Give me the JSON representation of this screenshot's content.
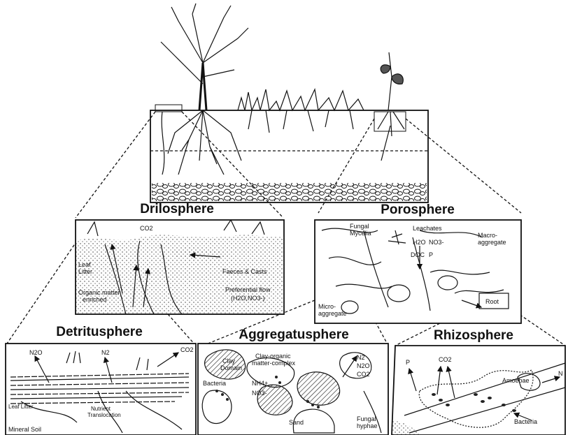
{
  "spheres": {
    "drilosphere": {
      "title": "Drilosphere",
      "labels": {
        "co2": "CO2",
        "leaf_litter_1": "Leaf",
        "leaf_litter_2": "Litter",
        "organic_1": "Organic matter",
        "organic_2": "enriched",
        "faeces": "Faeces & Casts",
        "preferential_1": "Preferential flow",
        "preferential_2": "(H2O,NO3-)"
      }
    },
    "porosphere": {
      "title": "Porosphere",
      "labels": {
        "fungal_1": "Fungal",
        "fungal_2": "Mycelia",
        "leachates": "Leachates",
        "h2o": "H2O",
        "no3": "NO3-",
        "doc": "DOC",
        "p": "P",
        "macro_1": "Macro-",
        "macro_2": "aggregate",
        "micro_1": "Micro-",
        "micro_2": "aggregate",
        "root": "Root"
      }
    },
    "detritusphere": {
      "title": "Detritusphere",
      "labels": {
        "n2o": "N2O",
        "n2": "N2",
        "co2": "CO2",
        "leaf_litter": "Leaf Litter",
        "nutrient_1": "Nutrient",
        "nutrient_2": "Translocation",
        "mineral_soil": "Mineral Soil"
      }
    },
    "aggregatusphere": {
      "title": "Aggregatusphere",
      "labels": {
        "clay_domain_1": "Clay",
        "clay_domain_2": "Domain",
        "clay_organic_1": "Clay-organic",
        "clay_organic_2": "matter-complex",
        "bacteria": "Bacteria",
        "nh4": "NH4+",
        "no3": "NO3-",
        "n2": "N2",
        "n2o": "N2O",
        "co2": "CO2",
        "sand": "Sand",
        "fungal_1": "Fungal",
        "fungal_2": "hyphae"
      }
    },
    "rhizosphere": {
      "title": "Rhizosphere",
      "labels": {
        "p": "P",
        "co2": "CO2",
        "amoebae": "Amoebae",
        "n": "N",
        "bacteria": "Bacteria"
      }
    }
  }
}
